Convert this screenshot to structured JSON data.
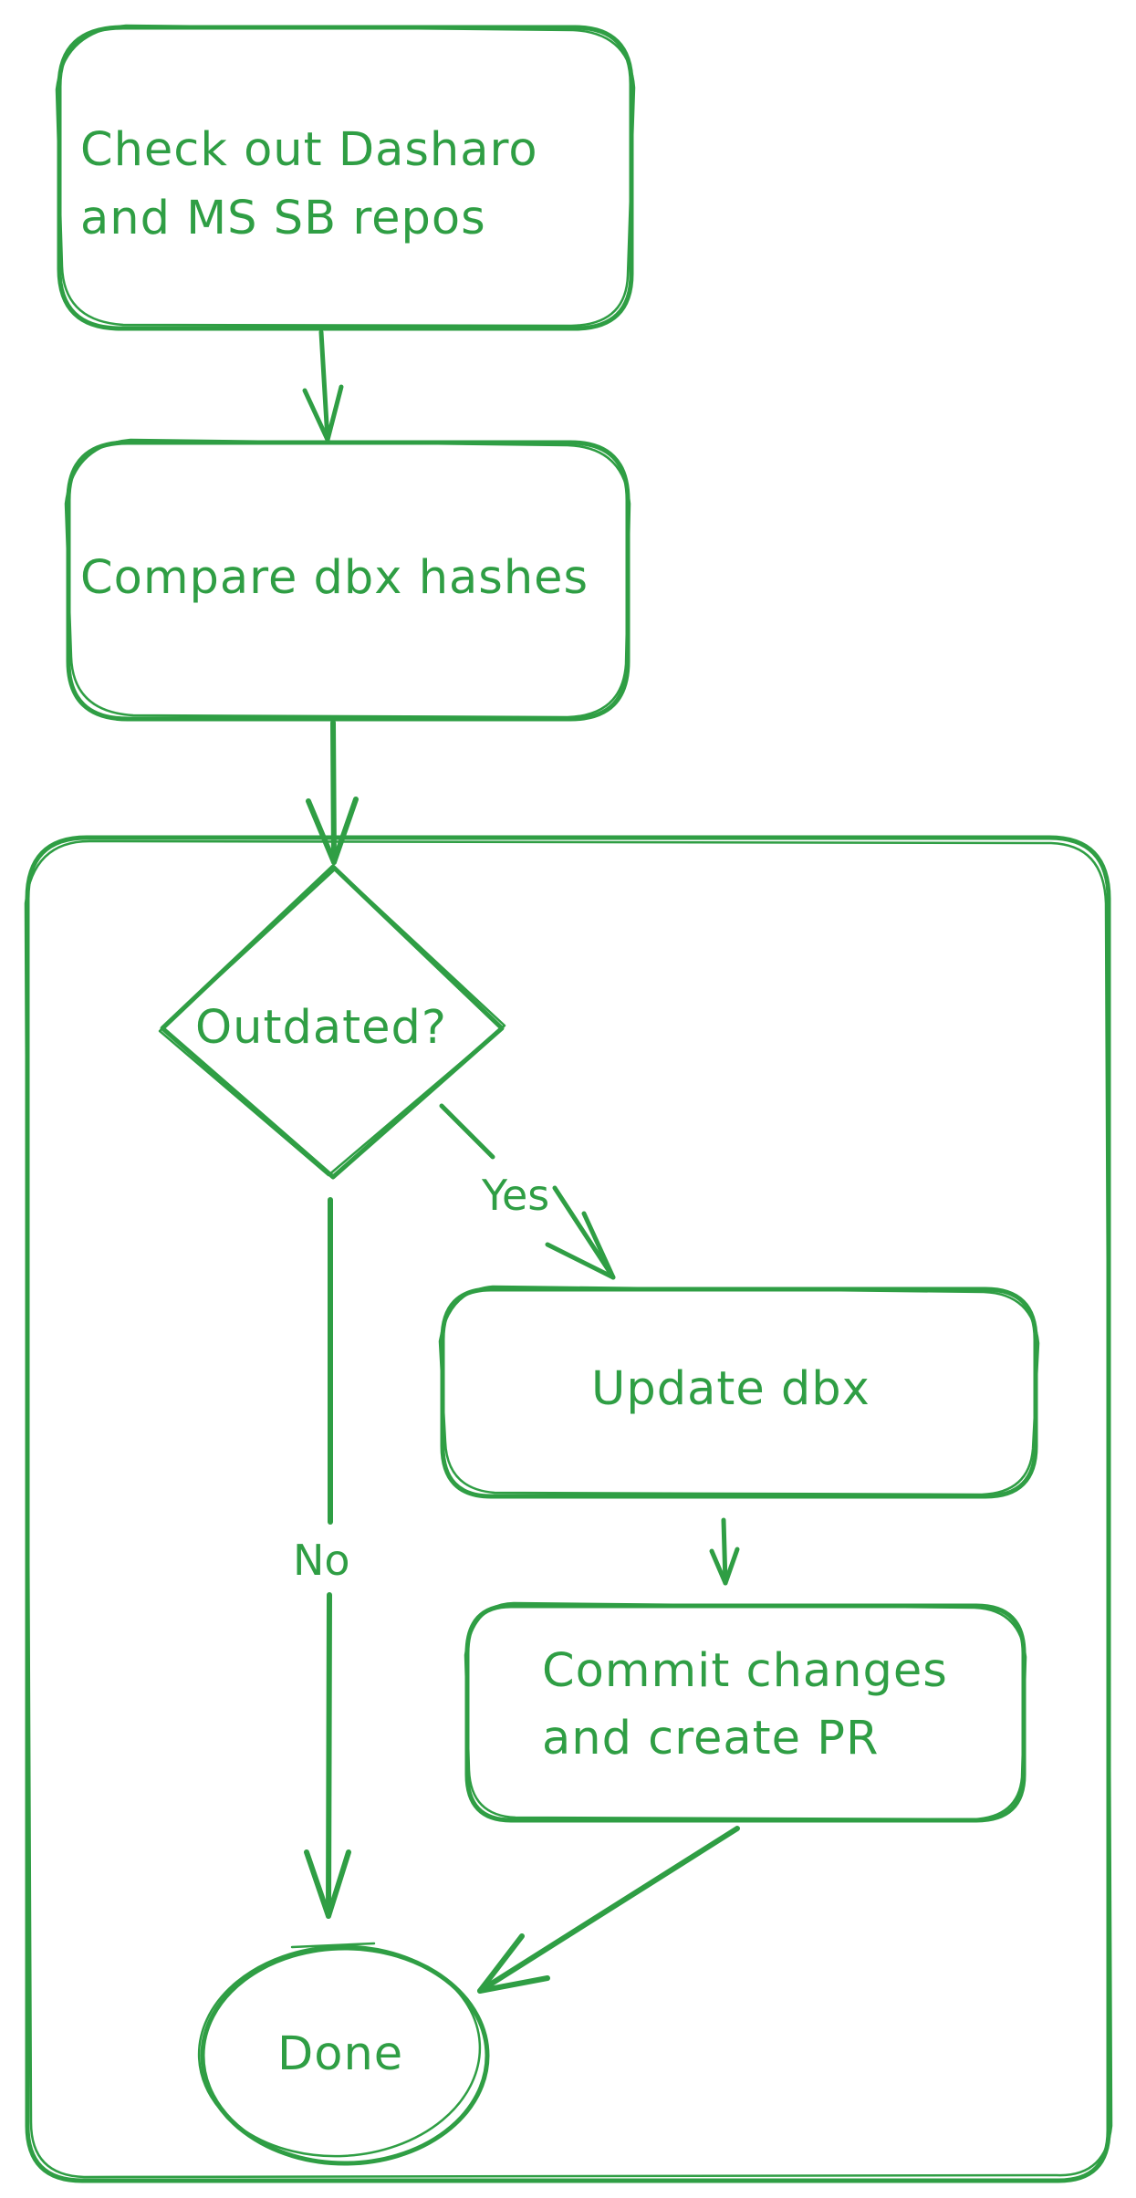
{
  "diagram": {
    "stroke_color": "#2f9e44",
    "nodes": {
      "checkout": {
        "line1": "Check out Dasharo",
        "line2": "and MS SB repos"
      },
      "compare": {
        "label": "Compare dbx hashes"
      },
      "decision": {
        "label": "Outdated?"
      },
      "update": {
        "label": "Update dbx"
      },
      "commit": {
        "line1": "Commit changes",
        "line2": "and create PR"
      },
      "done": {
        "label": "Done"
      }
    },
    "edges": {
      "yes_label": "Yes",
      "no_label": "No"
    }
  }
}
